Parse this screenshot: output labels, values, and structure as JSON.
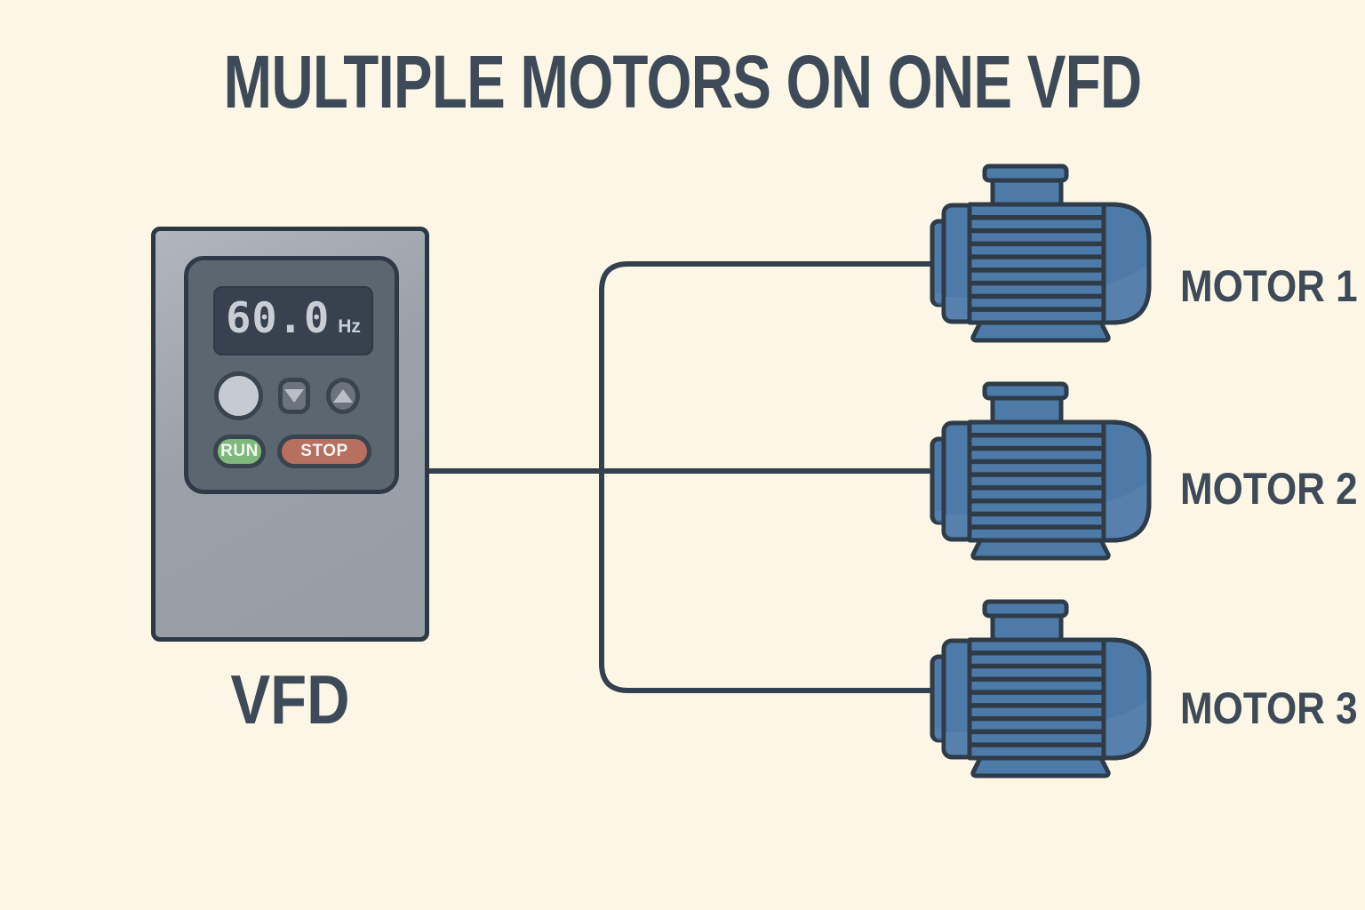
{
  "title": "MULTIPLE MOTORS ON ONE VFD",
  "vfd": {
    "label": "VFD",
    "display": {
      "value": "60.0",
      "unit": "Hz"
    },
    "keypad": {
      "run_label": "RUN",
      "stop_label": "STOP",
      "dial_icon": "blank-round-button",
      "down_icon": "down-triangle",
      "up_icon": "up-triangle"
    }
  },
  "motors": [
    {
      "label": "MOTOR 1"
    },
    {
      "label": "MOTOR 2"
    },
    {
      "label": "MOTOR 3"
    }
  ],
  "colors": {
    "background": "#fcf6e6",
    "ink": "#3e4a58",
    "wire": "#33404d",
    "outline": "#2e3b48",
    "motor_blue": "#4e7aa8",
    "motor_blue_highlight": "#5f87af",
    "vfd_body": "#9aa1a8",
    "panel_gray": "#5c666f",
    "display_bg": "#37424e",
    "display_text": "#c9ced4",
    "run_green": "#7eb87b",
    "stop_red": "#b7705f",
    "button_gray": "#c6cbd1"
  }
}
